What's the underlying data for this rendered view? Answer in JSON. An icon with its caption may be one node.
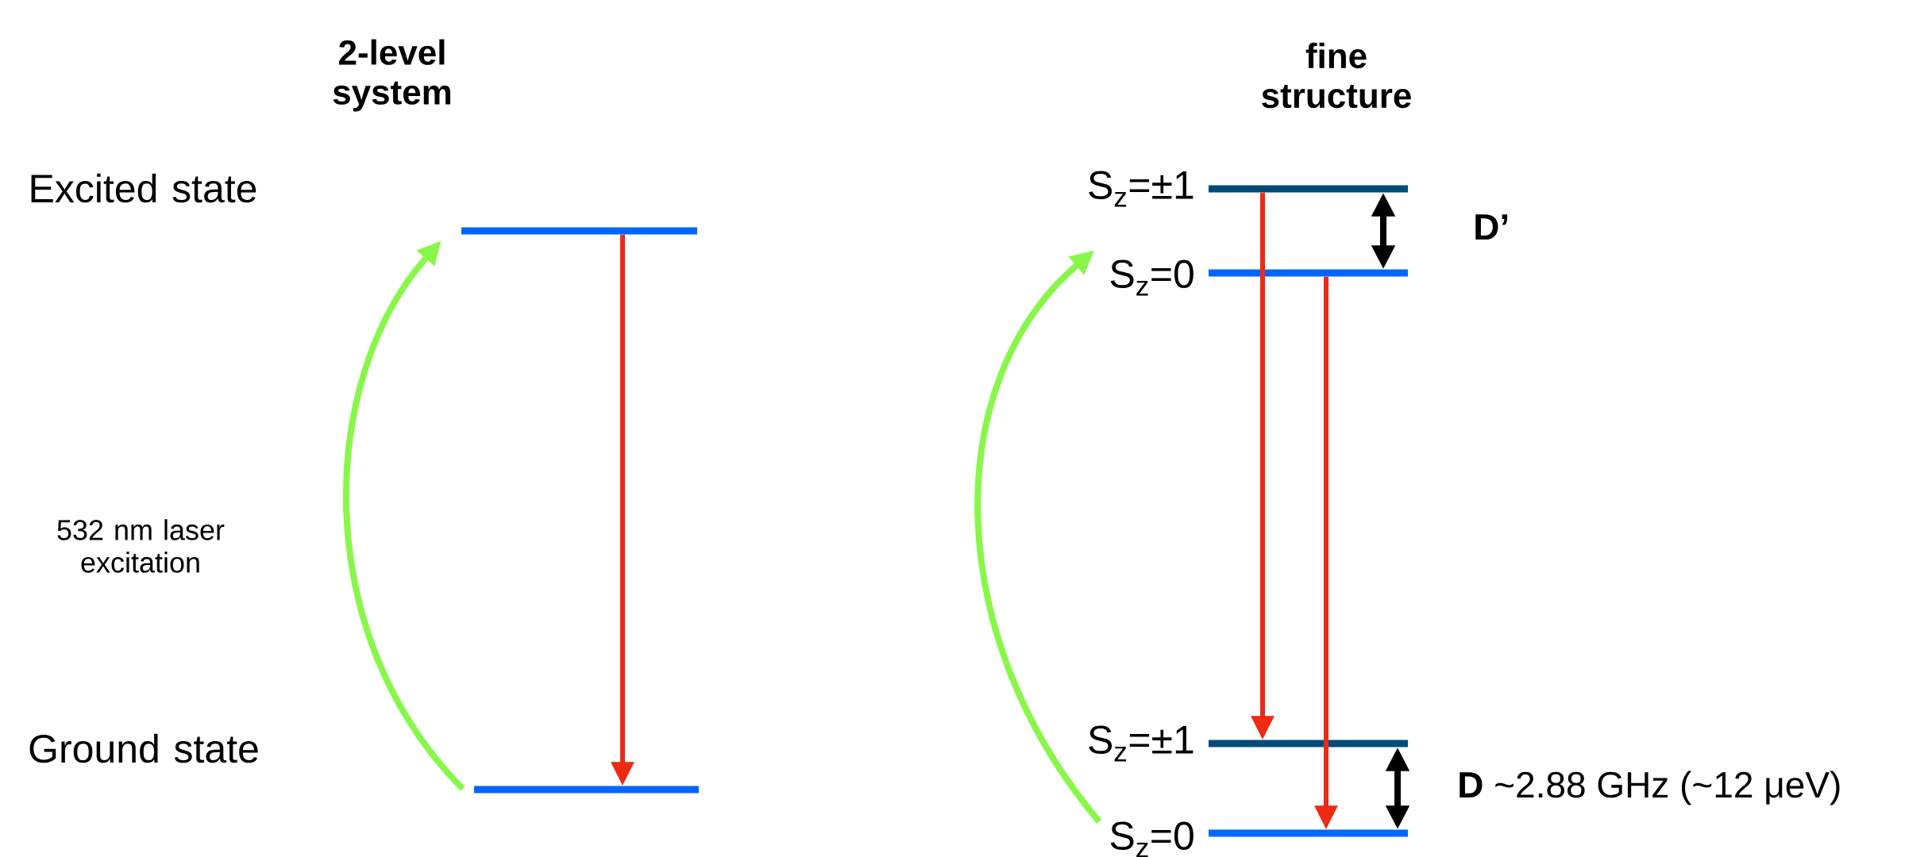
{
  "diagram": {
    "nodes": [
      {
        "text": [],
        "shape": "bar"
      },
      {
        "text": [],
        "shape": "bar"
      },
      {
        "text": [],
        "shape": "bar",
        "beside": [
          "S$_{z}$=±1"
        ]
      },
      {
        "text": [],
        "shape": "bar",
        "beside": [
          "S$_{z}$=0"
        ]
      },
      {
        "text": [],
        "shape": "bar",
        "beside": [
          "S$_{z}$=±1"
        ]
      },
      {
        "text": [],
        "shape": "bar",
        "beside": [
          "S$_{z}$=0"
        ]
      }
    ],
    "edges": [
      {
        "from": 1,
        "to": 0,
        "arrow": "to",
        "color": "#88f74a"
      },
      {
        "from": 0,
        "to": 1,
        "arrow": "to",
        "color": "#ee2a12"
      },
      {
        "from": 5,
        "to": 3,
        "arrow": "to",
        "color": "#88f74a"
      },
      {
        "from": 2,
        "to": 4,
        "arrow": "to",
        "color": "#ee2a12"
      },
      {
        "from": 3,
        "to": 5,
        "arrow": "to",
        "color": "#ee2a12"
      },
      {
        "from": 3,
        "to": 2,
        "arrow": "both",
        "color": "#000000",
        "label": "D’"
      },
      {
        "from": 5,
        "to": 4,
        "arrow": "both",
        "color": "#000000",
        "label": "**D** ~2.88 GHz (~12 μeV)"
      }
    ],
    "labels": [
      "2-level system",
      "fine structure",
      "Excited state",
      "532 nm laser excitation",
      "Ground state"
    ]
  }
}
